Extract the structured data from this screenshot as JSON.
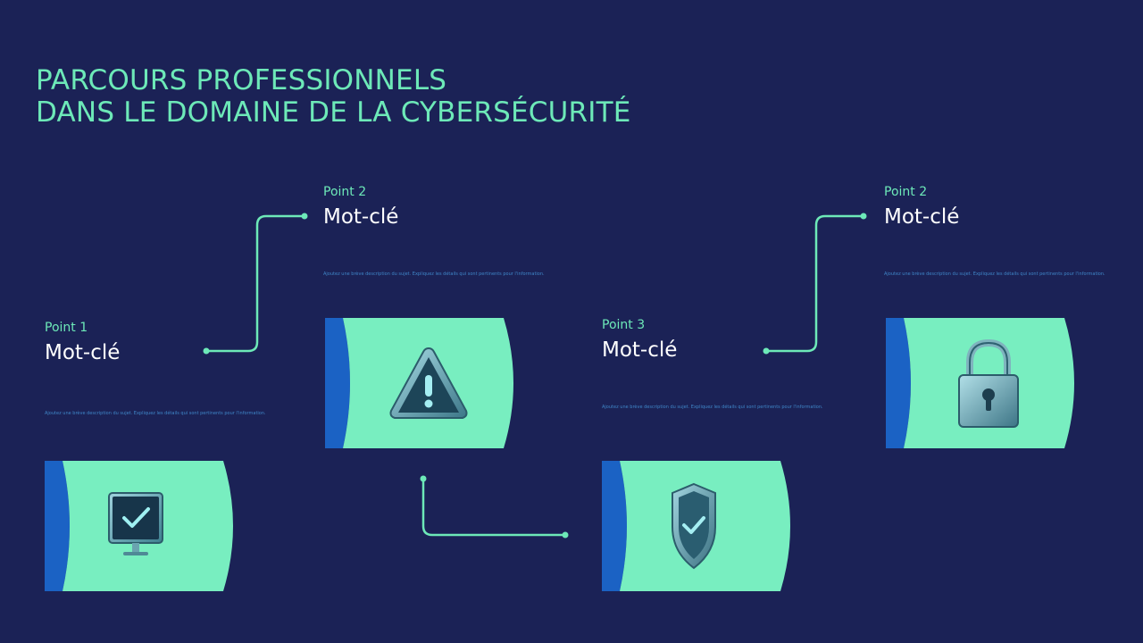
{
  "title": {
    "line1": "PARCOURS PROFESSIONNELS",
    "line2": "DANS LE DOMAINE DE LA CYBERSÉCURITÉ"
  },
  "colors": {
    "background": "#1b2256",
    "accent_green": "#6de9b8",
    "card_green": "#78eec0",
    "card_blue": "#1b62c4",
    "description_blue": "#3f86c8"
  },
  "points": [
    {
      "label": "Point 1",
      "keyword": "Mot-clé",
      "description": "Ajoutez une brève description du sujet. Expliquez les détails qui sont pertinents pour l'information.",
      "icon": "monitor-check-icon"
    },
    {
      "label": "Point 2",
      "keyword": "Mot-clé",
      "description": "Ajoutez une brève description du sujet. Expliquez les détails qui sont pertinents pour l'information.",
      "icon": "warning-triangle-icon"
    },
    {
      "label": "Point 3",
      "keyword": "Mot-clé",
      "description": "Ajoutez une brève description du sujet. Expliquez les détails qui sont pertinents pour l'information.",
      "icon": "shield-check-icon"
    },
    {
      "label": "Point 2",
      "keyword": "Mot-clé",
      "description": "Ajoutez une brève description du sujet. Expliquez les détails qui sont pertinents pour l'information.",
      "icon": "padlock-icon"
    }
  ]
}
